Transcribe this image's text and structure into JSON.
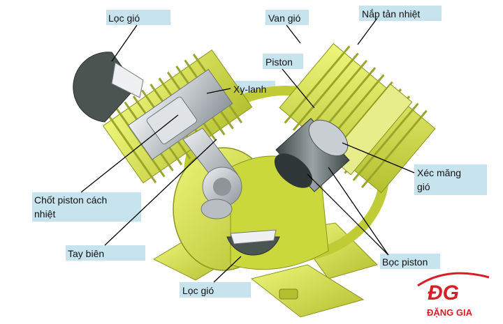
{
  "labels": {
    "loc_gio_top": "Lọc gió",
    "van_gio": "Van gió",
    "nap_tan_nhiet": "Nắp tản nhiệt",
    "piston": "Piston",
    "xy_lanh": "Xy-lanh",
    "chot_piston_line1": "Chốt piston cách",
    "chot_piston_line2": "nhiệt",
    "xec_mang_line1": "Xéc măng",
    "xec_mang_line2": "gió",
    "tay_bien": "Tay biên",
    "boc_piston": "Bọc piston",
    "loc_gio_bottom": "Lọc gió"
  },
  "brand": {
    "logo_text": "ĐG",
    "name": "ĐẶNG GIA",
    "color": "#d81f26"
  },
  "colors": {
    "body": "#d9e74a",
    "body_dark": "#a9b42a",
    "metal": "#c9ced2",
    "filter": "#4a5552",
    "label_box": "#c7e3ee"
  }
}
